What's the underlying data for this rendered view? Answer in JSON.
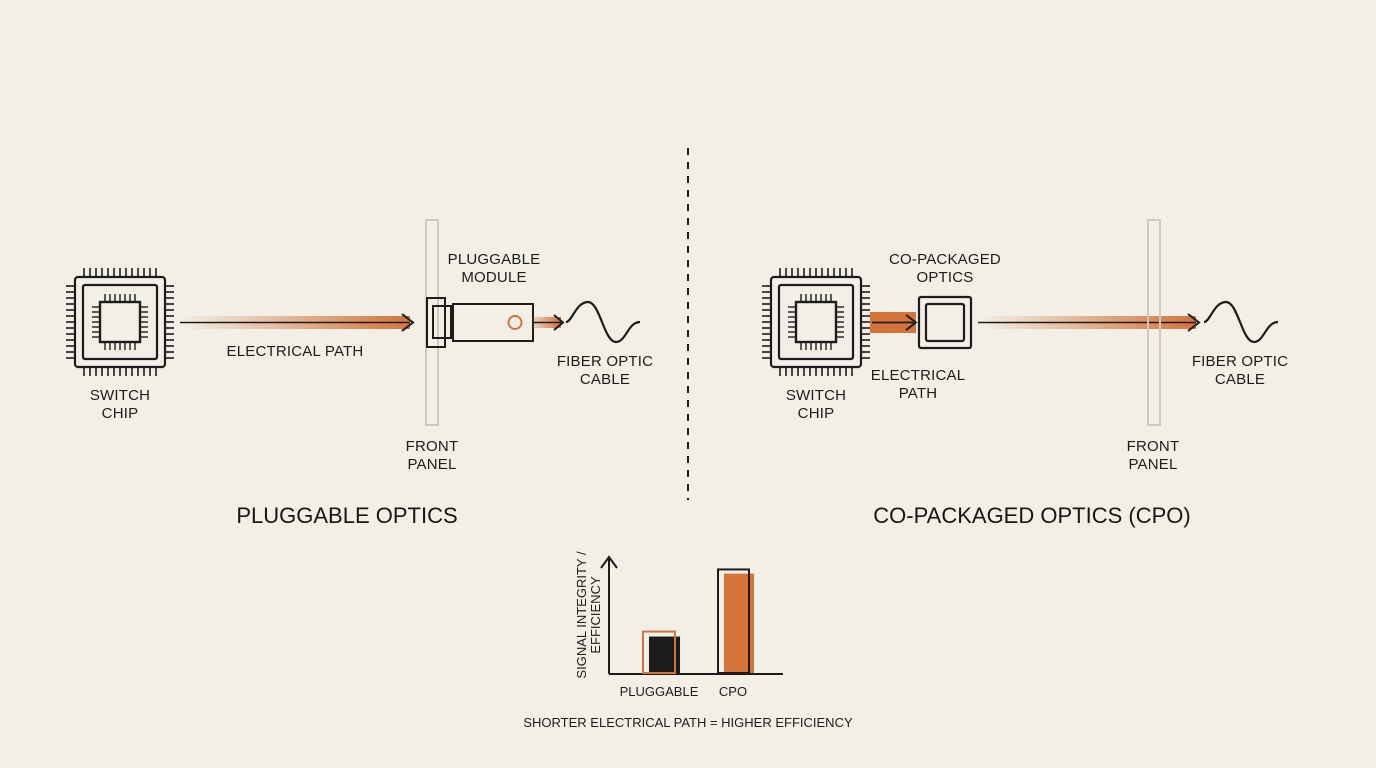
{
  "pluggable_side": {
    "switch_chip_label": "SWITCH\nCHIP",
    "electrical_path_label": "ELECTRICAL PATH",
    "module_label": "PLUGGABLE\nMODULE",
    "fiber_label": "FIBER OPTIC\nCABLE",
    "front_panel_label": "FRONT\nPANEL",
    "title": "PLUGGABLE OPTICS"
  },
  "cpo_side": {
    "module_label": "CO-PACKAGED\nOPTICS",
    "switch_chip_label": "SWITCH\nCHIP",
    "electrical_path_label": "ELECTRICAL\nPATH",
    "fiber_label": "FIBER OPTIC\nCABLE",
    "front_panel_label": "FRONT\nPANEL",
    "title": "CO-PACKAGED OPTICS (CPO)"
  },
  "colors": {
    "background": "#f2efe7",
    "accent": "#d4743a",
    "ink": "#1c1c1c",
    "panel": "#cfcac0"
  },
  "chart_data": {
    "type": "bar",
    "categories": [
      "PLUGGABLE",
      "CPO"
    ],
    "ylabel": "SIGNAL INTEGRITY /\nEFFICIENCY",
    "caption": "SHORTER ELECTRICAL PATH = HIGHER EFFICIENCY",
    "series": [
      {
        "values": [
          0.38,
          0.95
        ],
        "colors": [
          "#1c1c1c",
          "#d4743a"
        ]
      }
    ],
    "ylim": [
      0,
      1
    ]
  }
}
